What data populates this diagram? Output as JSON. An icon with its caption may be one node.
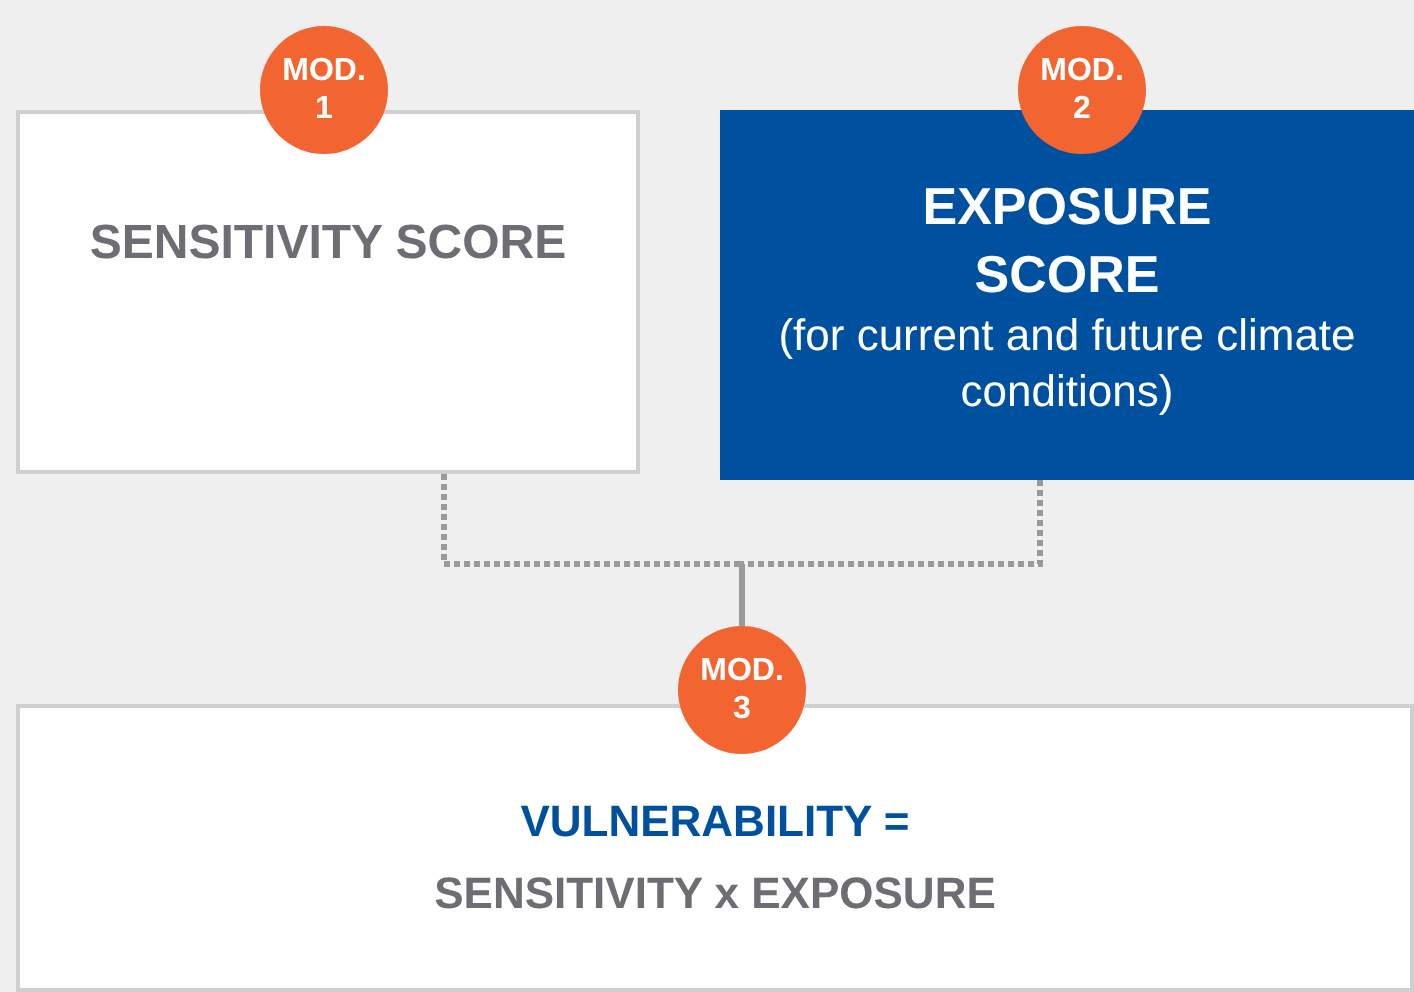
{
  "diagram": {
    "nodes": [
      {
        "text": [
          "SENSITIVITY SCORE"
        ]
      },
      {
        "text": [
          "MOD. 1"
        ]
      },
      {
        "text": [
          "EXPOSURE SCORE",
          "(for current and future climate conditions)"
        ]
      },
      {
        "text": [
          "MOD. 2"
        ]
      },
      {
        "text": [
          "VULNERABILITY =",
          "SENSITIVITY x EXPOSURE"
        ]
      },
      {
        "text": [
          "MOD. 3"
        ]
      }
    ],
    "edges": [
      {
        "from": 0,
        "to": 5,
        "arrow": "none",
        "style": "dashed"
      },
      {
        "from": 2,
        "to": 5,
        "arrow": "none",
        "style": "dashed"
      }
    ]
  }
}
